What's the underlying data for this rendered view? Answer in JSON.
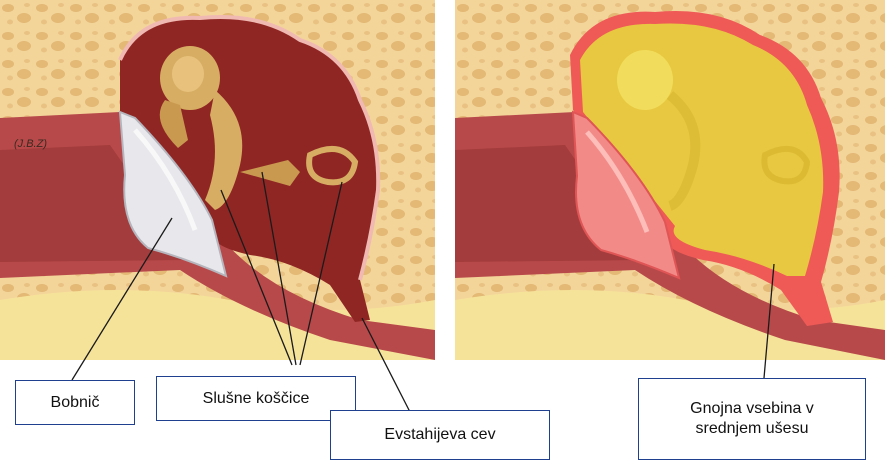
{
  "labels": {
    "eardrum": "Bobnič",
    "ossicles": "Slušne koščice",
    "eustachian_tube": "Evstahijeva cev",
    "pus": "Gnojna vsebina v srednjem ušesu"
  },
  "signature": "(J.B.Z)",
  "colors": {
    "bone": "#f3d59a",
    "bone_hole": "#e4b875",
    "cavity": "#8f2624",
    "canal": "#b8494a",
    "ossicle": "#d7ad63",
    "eardrum": "#e8e8ec",
    "pus": "#e8c840",
    "inflamed": "#ef5a57",
    "box_border": "#1f3f8f"
  }
}
